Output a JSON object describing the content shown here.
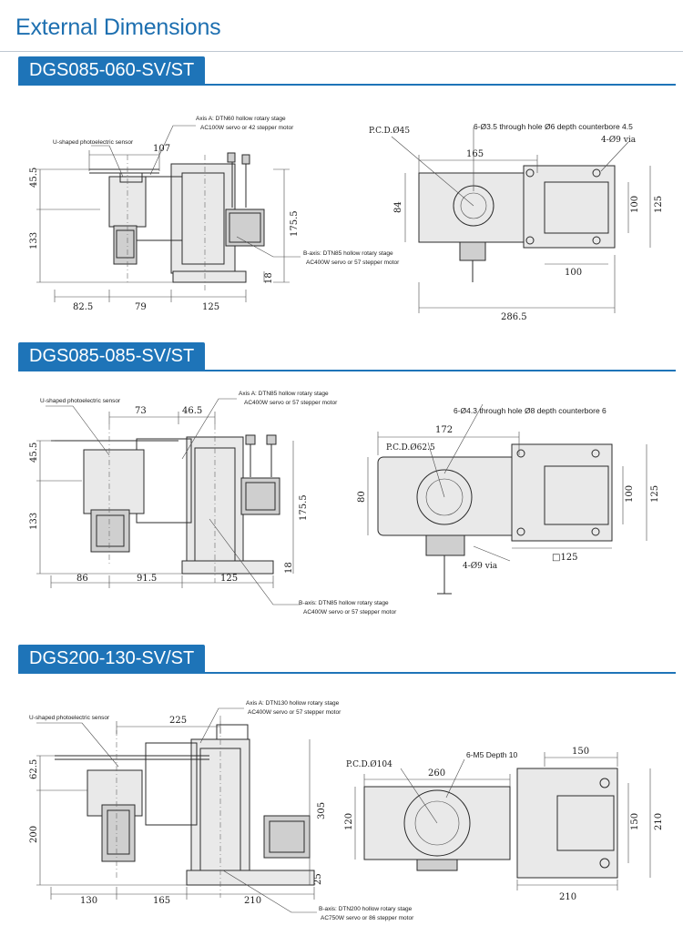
{
  "page": {
    "title": "External Dimensions"
  },
  "sections": [
    {
      "name": "DGS085-060-SV/ST",
      "side": {
        "axis_a": "Axis A: DTN60 hollow rotary stage",
        "axis_a_motor": "AC100W servo or 42 stepper motor",
        "sensor": "U-shaped photoelectric sensor",
        "axis_b": "B-axis: DTN85 hollow rotary stage",
        "axis_b_motor": "AC400W servo or 57 stepper motor",
        "d_top": "107",
        "d_left_upper": "45.5",
        "d_left_lower": "133",
        "d_height": "175.5",
        "d_base": "18",
        "d_bottom_1": "82.5",
        "d_bottom_2": "79",
        "d_bottom_3": "125"
      },
      "top": {
        "pcd": "P.C.D.Ø45",
        "holes": "6-Ø3.5 through hole Ø6 depth counterbore 4.5",
        "via": "4-Ø9 via",
        "d_165": "165",
        "d_84": "84",
        "d_100v": "100",
        "d_125v": "125",
        "d_100h": "100",
        "d_total": "286.5"
      }
    },
    {
      "name": "DGS085-085-SV/ST",
      "side": {
        "axis_a": "Axis A: DTN85 hollow rotary stage",
        "axis_a_motor": "AC400W servo or 57 stepper motor",
        "sensor": "U-shaped photoelectric sensor",
        "axis_b": "B-axis: DTN85 hollow rotary stage",
        "axis_b_motor": "AC400W servo or 57 stepper motor",
        "d_top_1": "73",
        "d_top_2": "46.5",
        "d_left_upper": "45.5",
        "d_left_lower": "133",
        "d_height": "175.5",
        "d_base": "18",
        "d_bottom_1": "86",
        "d_bottom_2": "91.5",
        "d_bottom_3": "125"
      },
      "top": {
        "pcd": "P.C.D.Ø62.5",
        "holes": "6-Ø4.3 through hole Ø8 depth counterbore 6",
        "via": "4-Ø9 via",
        "d_172": "172",
        "d_80": "80",
        "d_100v": "100",
        "d_125v": "125",
        "d_125h": "□125"
      }
    },
    {
      "name": "DGS200-130-SV/ST",
      "side": {
        "axis_a": "Axis A: DTN130 hollow rotary stage",
        "axis_a_motor": "AC400W servo or 57 stepper motor",
        "sensor": "U-shaped photoelectric sensor",
        "axis_b": "B-axis: DTN200 hollow rotary stage",
        "axis_b_motor": "AC750W servo or 86 stepper motor",
        "d_top": "225",
        "d_left_upper": "62.5",
        "d_left_lower": "200",
        "d_height": "305",
        "d_base": "25",
        "d_bottom_1": "130",
        "d_bottom_2": "165",
        "d_bottom_3": "210"
      },
      "top": {
        "pcd": "P.C.D.Ø104",
        "holes": "6-M5 Depth 10",
        "d_260": "260",
        "d_120": "120",
        "d_150h": "150",
        "d_150v": "150",
        "d_210v": "210",
        "d_210h": "210"
      }
    }
  ]
}
